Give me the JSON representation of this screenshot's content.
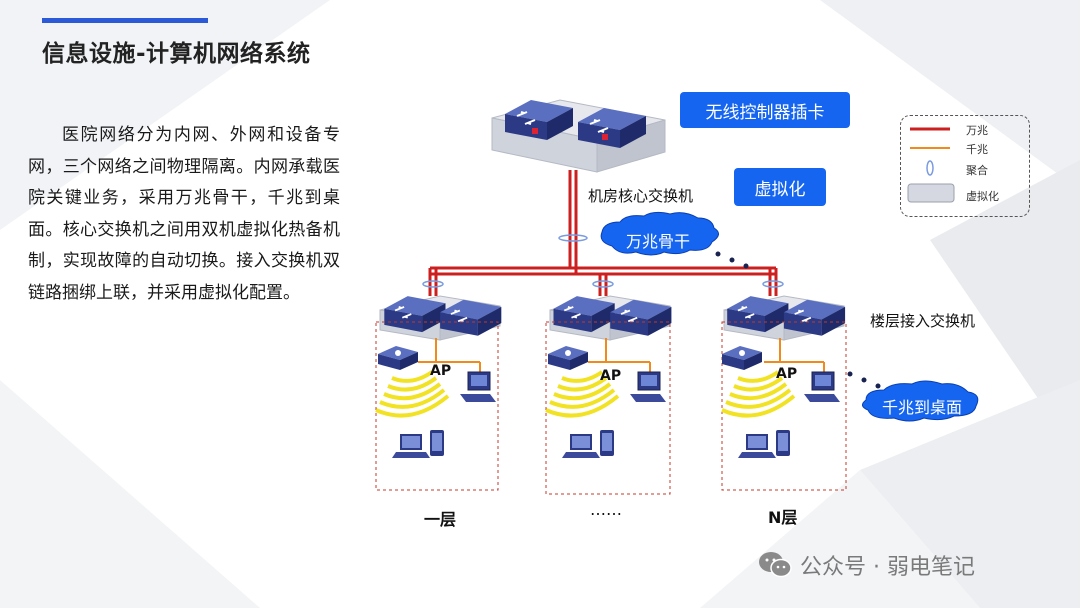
{
  "page": {
    "title": "信息设施-计算机网络系统",
    "description": "医院网络分为内网、外网和设备专网，三个网络之间物理隔离。内网承载医院关键业务，采用万兆骨干，千兆到桌面。核心交换机之间用双机虚拟化热备机制，实现故障的自动切换。接入交换机双链路捆绑上联，并采用虚拟化配置。"
  },
  "diagram": {
    "callout_wireless": "无线控制器插卡",
    "callout_virtual": "虚拟化",
    "core_switch_label": "机房核心交换机",
    "cloud_backbone": "万兆骨干",
    "access_switch_label": "楼层接入交换机",
    "cloud_desktop": "千兆到桌面",
    "ap_label": "AP",
    "floors": [
      "一层",
      "……",
      "N层"
    ]
  },
  "legend": {
    "items": [
      "万兆",
      "千兆",
      "聚合",
      "虚拟化"
    ]
  },
  "colors": {
    "accent": "#2c5ad6",
    "callout": "#1565f0",
    "link_10g": "#cc1f1f",
    "link_1g": "#f08a1c",
    "switch": "#2f3f8f",
    "wifi": "#f2e224"
  },
  "watermark": {
    "text": "公众号 · 弱电笔记"
  }
}
